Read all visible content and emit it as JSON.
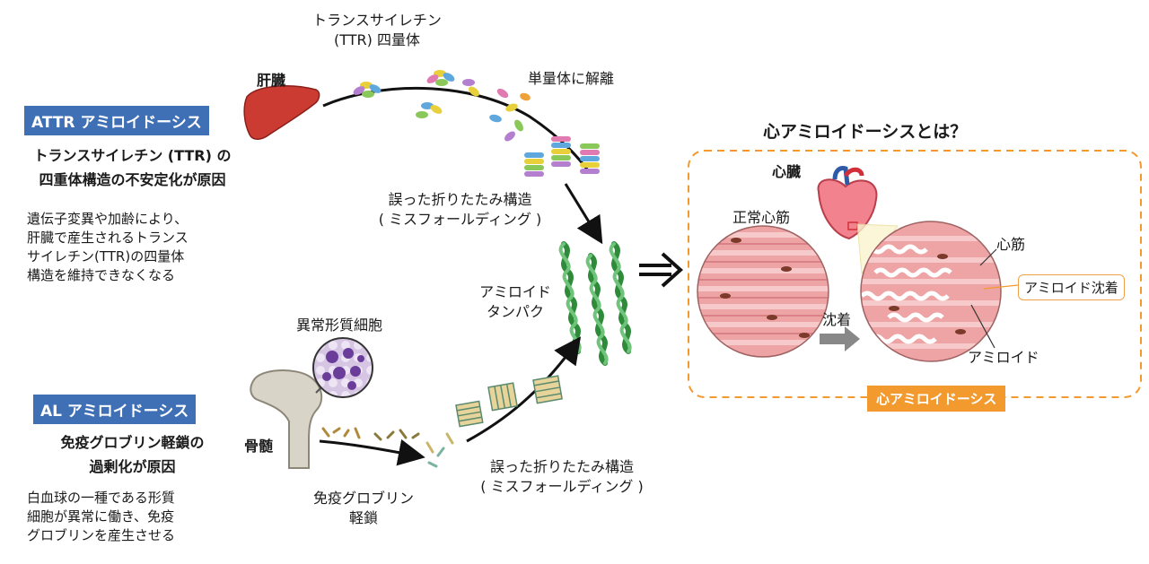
{
  "attr": {
    "badge": "ATTR アミロイドーシス",
    "cause_line1": "トランスサイレチン (TTR) の",
    "cause_line2": "四重体構造の不安定化が原因",
    "desc_lines": [
      "遺伝子変異や加齢により、",
      "肝臓で産生されるトランス",
      "サイレチン(TTR)の四量体",
      "構造を維持できなくなる"
    ]
  },
  "al": {
    "badge": "AL アミロイドーシス",
    "cause_line1": "免疫グロブリン軽鎖の",
    "cause_line2": "過剰化が原因",
    "desc_lines": [
      "白血球の一種である形質",
      "細胞が異常に働き、免疫",
      "グロブリンを産生させる"
    ]
  },
  "labels": {
    "liver": "肝臓",
    "ttr_line1": "トランスサイレチン",
    "ttr_line2": "(TTR) 四量体",
    "monomer": "単量体に解離",
    "misfold_top_line1": "誤った折りたたみ構造",
    "misfold_top_line2": "( ミスフォールディング )",
    "amyloid_protein_line1": "アミロイド",
    "amyloid_protein_line2": "タンパク",
    "abnormal_cell": "異常形質細胞",
    "bone_marrow": "骨髄",
    "ig_line1": "免疫グロブリン",
    "ig_line2": "軽鎖",
    "misfold_bottom_line1": "誤った折りたたみ構造",
    "misfold_bottom_line2": "( ミスフォールディング )"
  },
  "cardiac": {
    "title": "心アミロイドーシスとは？",
    "heart": "心臓",
    "normal": "正常心筋",
    "deposit_arrow": "沈着",
    "muscle": "心筋",
    "deposit_callout": "アミロイド沈着",
    "amyloid": "アミロイド",
    "badge": "心アミロイドーシス"
  },
  "colors": {
    "blue_badge": "#3f6fb5",
    "orange": "#f39a2e",
    "liver": "#cc3b32",
    "muscle_pink": "#eea3a5",
    "amyloid_green": "#2e8b3a"
  }
}
